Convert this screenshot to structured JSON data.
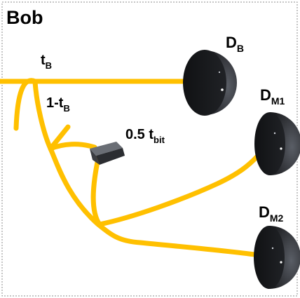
{
  "title": "Bob",
  "labels": {
    "transmission": {
      "base": "t",
      "sub": "B"
    },
    "reflection": {
      "base": "1-t",
      "sub": "B"
    },
    "delay": {
      "base": "0.5 t",
      "sub": "bit"
    }
  },
  "detectors": [
    {
      "id": "bob",
      "base": "D",
      "sub": "B"
    },
    {
      "id": "m1",
      "base": "D",
      "sub": "M1"
    },
    {
      "id": "m2",
      "base": "D",
      "sub": "M2"
    }
  ],
  "colors": {
    "fiber": "#FFC000",
    "detector": "#2b2d31",
    "border": "#8c8c8c",
    "text": "#000000"
  }
}
